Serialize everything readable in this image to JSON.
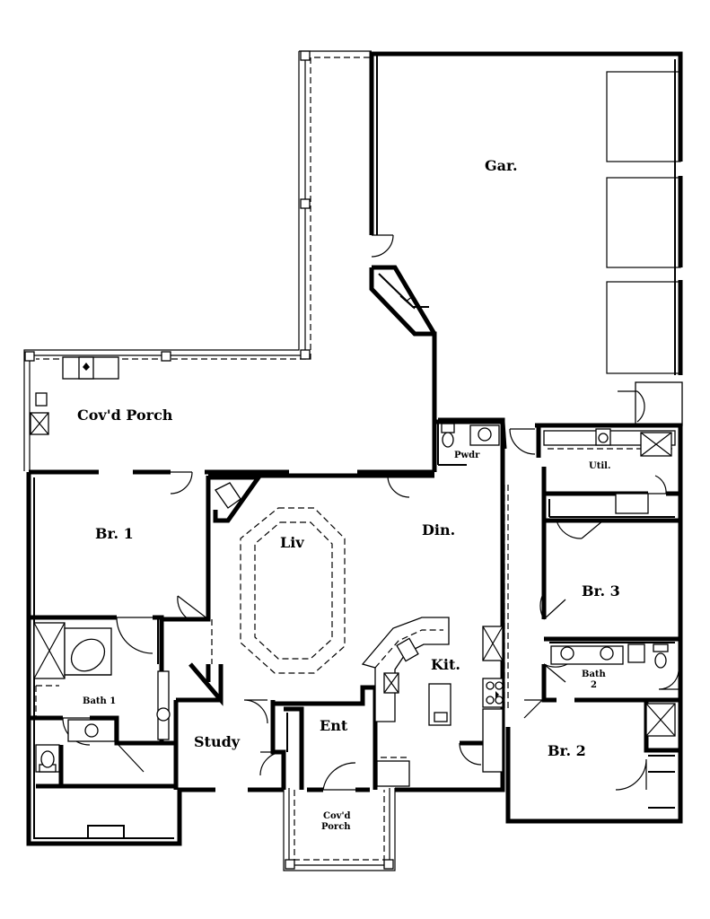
{
  "rooms": {
    "garage": "Gar.",
    "covd_porch_rear": "Cov'd Porch",
    "br1": "Br. 1",
    "liv": "Liv",
    "din": "Din.",
    "pwdr": "Pwdr",
    "util": "Util.",
    "br3": "Br. 3",
    "bath2_line1": "Bath",
    "bath2_line2": "2",
    "kit": "Kit.",
    "bath1": "Bath 1",
    "study": "Study",
    "ent": "Ent",
    "br2": "Br. 2",
    "covd_porch_front_line1": "Cov'd",
    "covd_porch_front_line2": "Porch"
  }
}
